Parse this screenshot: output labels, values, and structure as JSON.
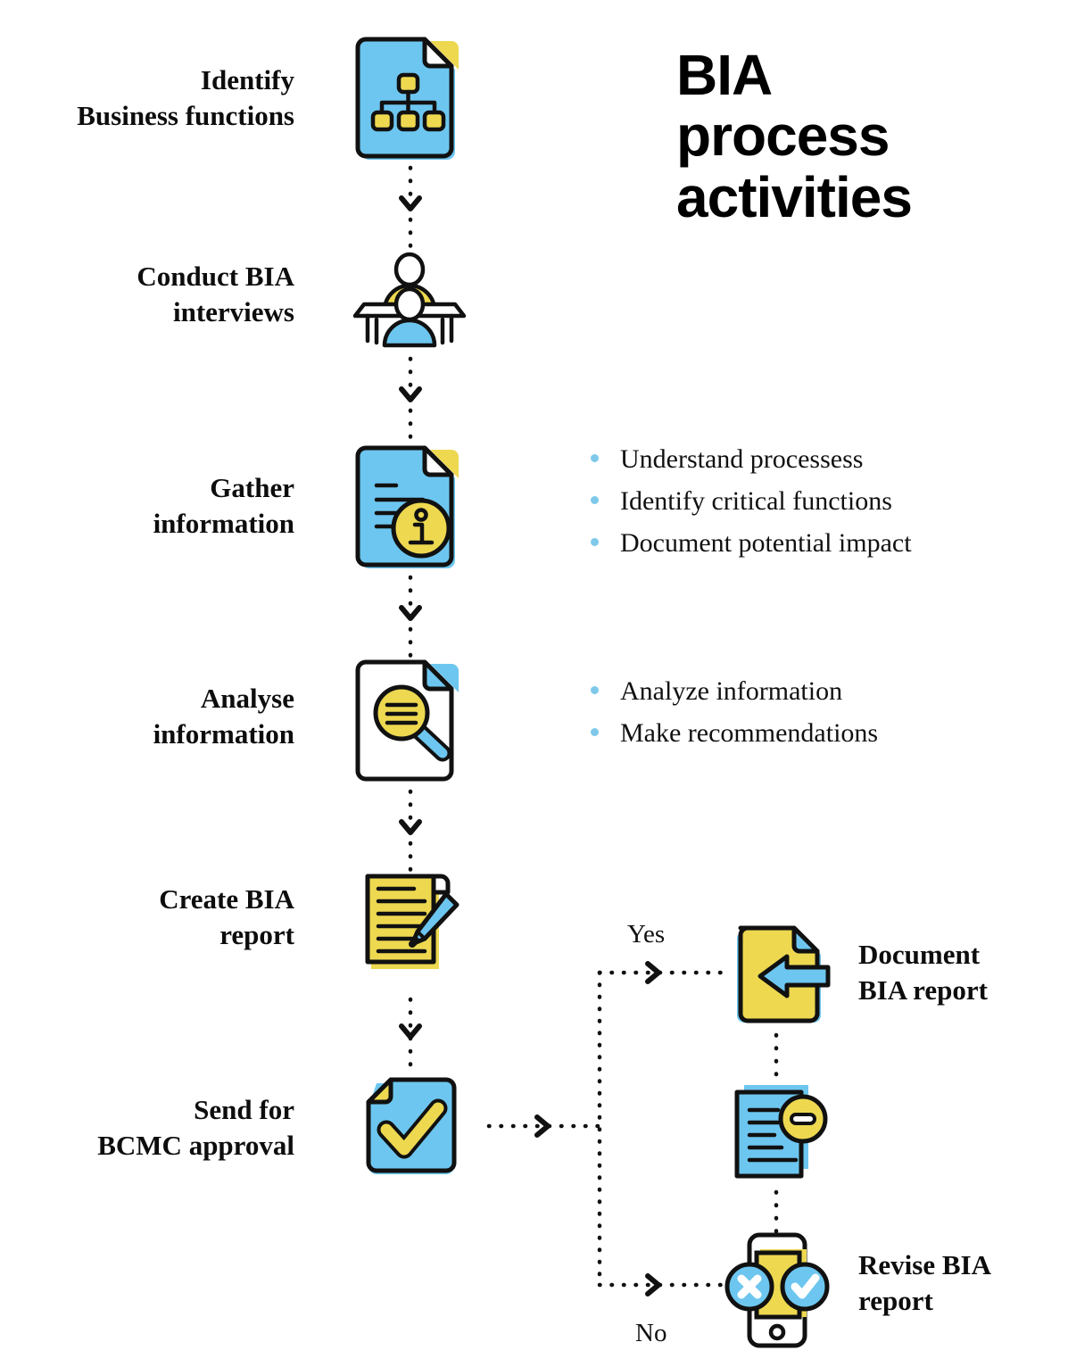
{
  "title": {
    "line1": "BIA",
    "line2": "process",
    "line3": "activities"
  },
  "colors": {
    "blue": "#6dc6ef",
    "yellow": "#edd850",
    "bullet_blue": "#7ec8ea",
    "outline": "#111111",
    "background": "#ffffff"
  },
  "steps": [
    {
      "label_line1": "Identify",
      "label_line2": "Business functions",
      "icon": "document-org-chart-icon"
    },
    {
      "label_line1": "Conduct BIA",
      "label_line2": "interviews",
      "icon": "interview-people-icon"
    },
    {
      "label_line1": "Gather",
      "label_line2": "information",
      "icon": "document-info-icon"
    },
    {
      "label_line1": "Analyse",
      "label_line2": "information",
      "icon": "document-magnifier-icon"
    },
    {
      "label_line1": "Create BIA",
      "label_line2": "report",
      "icon": "document-pen-icon"
    },
    {
      "label_line1": "Send for",
      "label_line2": "BCMC approval",
      "icon": "document-check-icon"
    }
  ],
  "bullet_groups": [
    {
      "for_step": "Gather information",
      "items": [
        "Understand processess",
        "Identify critical functions",
        "Document potential impact"
      ]
    },
    {
      "for_step": "Analyse information",
      "items": [
        "Analyze information",
        "Make recommendations"
      ]
    }
  ],
  "decision": {
    "yes_label": "Yes",
    "no_label": "No"
  },
  "outcomes": [
    {
      "label_line1": "Document",
      "label_line2": "BIA report",
      "icon": "document-incoming-arrow-icon"
    },
    {
      "label_line1": "",
      "label_line2": "",
      "icon": "document-minus-icon"
    },
    {
      "label_line1": "Revise BIA",
      "label_line2": "report",
      "icon": "phone-approve-reject-icon"
    }
  ]
}
